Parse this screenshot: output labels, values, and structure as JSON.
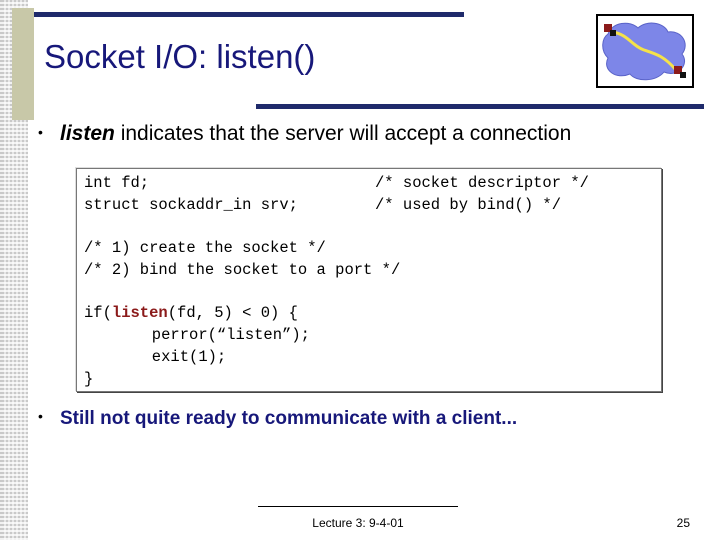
{
  "slide": {
    "title": "Socket I/O: listen()",
    "bullet_1": {
      "marker": "•",
      "term": "listen",
      "text": " indicates that the server will accept a connection"
    },
    "code": {
      "line_1_left": "int fd;",
      "line_1_right": "/* socket descriptor */",
      "line_2_left": "struct sockaddr_in srv;",
      "line_2_right": "/* used by bind() */",
      "line_3": "/* 1) create the socket */",
      "line_4": "/* 2) bind the socket to a port */",
      "line_5_pre": "if(",
      "line_5_kw": "listen",
      "line_5_post": "(fd, 5) < 0) {",
      "line_6": "      perror(“listen”);",
      "line_7": "      exit(1);",
      "line_8": "}"
    },
    "bullet_2": {
      "marker": "•",
      "text": "Still not quite ready to communicate with a client..."
    }
  },
  "footer": {
    "lecture": "Lecture 3: 9-4-01",
    "page_number": "25"
  },
  "colors": {
    "title": "#17187a",
    "rules": "#1f2a6b",
    "bullet_2": "#17187a",
    "keyword": "#8b1a1a"
  },
  "icons": {
    "logo": "network-cloud-icon"
  }
}
